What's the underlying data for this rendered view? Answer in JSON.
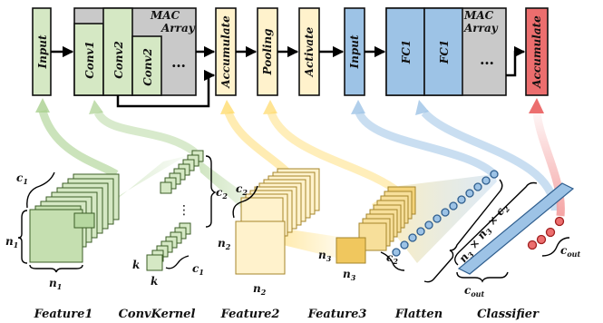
{
  "pipeline": {
    "input1": "Input",
    "conv1": "Conv1",
    "conv2a": "Conv2",
    "conv2b": "Conv2",
    "mac1_l1": "MAC",
    "mac1_l2": "Array",
    "ellipsis1": "…",
    "accumulate1": "Accumulate",
    "pooling": "Pooling",
    "activate": "Activate",
    "input2": "Input",
    "fc1a": "FC1",
    "fc1b": "FC1",
    "mac2_l1": "MAC",
    "mac2_l2": "Array",
    "ellipsis2": "…",
    "accumulate2": "Accumulate"
  },
  "dims": {
    "c": "c",
    "n": "n",
    "k": "k",
    "s1": "1",
    "s2": "2",
    "s3": "3",
    "sout": "out",
    "times": "×",
    "dots": "⋮"
  },
  "captions": {
    "feature1": "Feature1",
    "convkernel": "ConvKernel",
    "feature2": "Feature2",
    "feature3": "Feature3",
    "flatten": "Flatten",
    "classifier": "Classifier"
  },
  "colors": {
    "green_fill": "#d5e8c4",
    "green_edge": "#5e8a3c",
    "yellow_fill": "#fff2cc",
    "yellow_edge": "#c9a73c",
    "blue_fill": "#9dc3e6",
    "blue_edge": "#4a7ab0",
    "red_fill": "#ec6e6e",
    "red_edge": "#b02a2a",
    "gray_fill": "#c9c9c9"
  }
}
